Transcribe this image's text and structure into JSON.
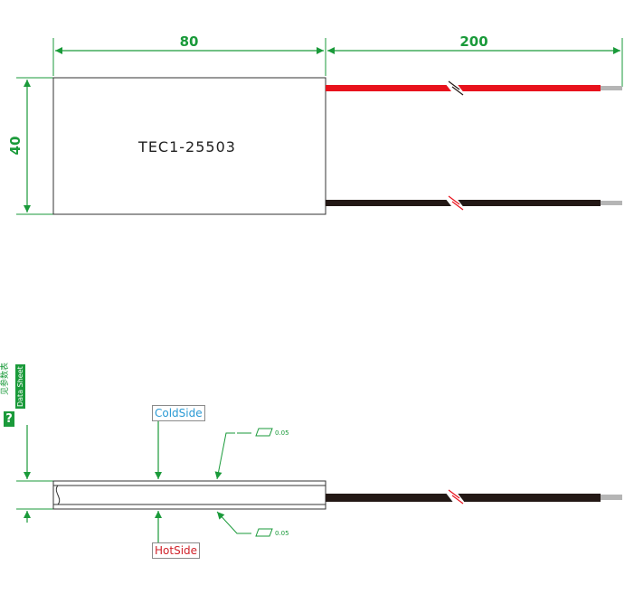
{
  "dimensions": {
    "length": "80",
    "wire_length": "200",
    "width": "40"
  },
  "module": {
    "model": "TEC1-25503"
  },
  "side_view": {
    "cold_side_label": "ColdSide",
    "hot_side_label": "HotSide",
    "flatness_top": "0.05",
    "flatness_bottom": "0.05"
  },
  "note": {
    "badge_symbol": "?",
    "chinese_text": "见参数表",
    "english_text": "Data Sheet"
  },
  "colors": {
    "dimension": "#1a9a3a",
    "red_wire": "#e8121c",
    "black_wire": "#231815",
    "wire_tip": "#b5b5b5",
    "cold": "#2a9ad4",
    "hot": "#d0222a"
  }
}
